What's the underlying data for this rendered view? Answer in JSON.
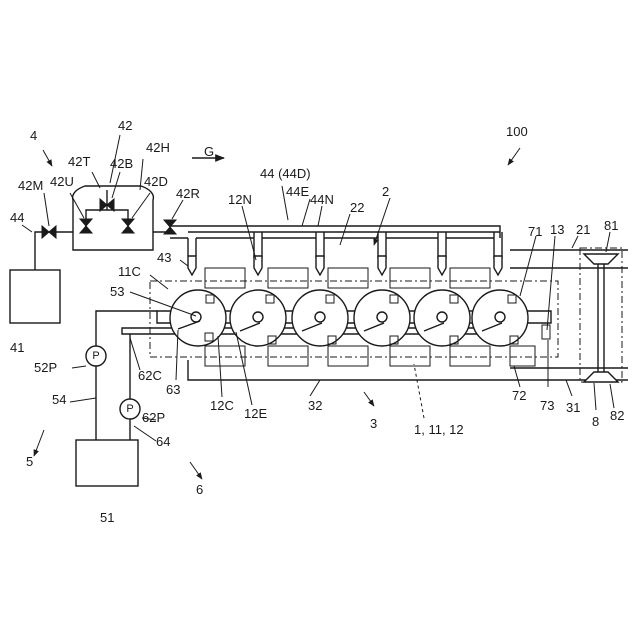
{
  "labels": {
    "n100": "100",
    "n4": "4",
    "n42": "42",
    "n42T": "42T",
    "n42B": "42B",
    "n42H": "42H",
    "n42M": "42M",
    "n42U": "42U",
    "n42D": "42D",
    "n42R": "42R",
    "nG": "G",
    "n44_44D": "44 (44D)",
    "n44E": "44E",
    "n44N": "44N",
    "n12N": "12N",
    "n2": "2",
    "n22": "22",
    "n71": "71",
    "n13": "13",
    "n21": "21",
    "n81": "81",
    "n44": "44",
    "n43": "43",
    "n11C": "11C",
    "n53": "53",
    "n41": "41",
    "n52P": "52P",
    "n62C": "62C",
    "n63": "63",
    "n12C": "12C",
    "n12E": "12E",
    "n32": "32",
    "n3": "3",
    "n1_11_12": "1, 11, 12",
    "n72": "72",
    "n73": "73",
    "n31": "31",
    "n8": "8",
    "n82": "82",
    "n54": "54",
    "n62P": "62P",
    "n5": "5",
    "n64": "64",
    "n6": "6",
    "n51": "51"
  },
  "pump_symbol": "P"
}
